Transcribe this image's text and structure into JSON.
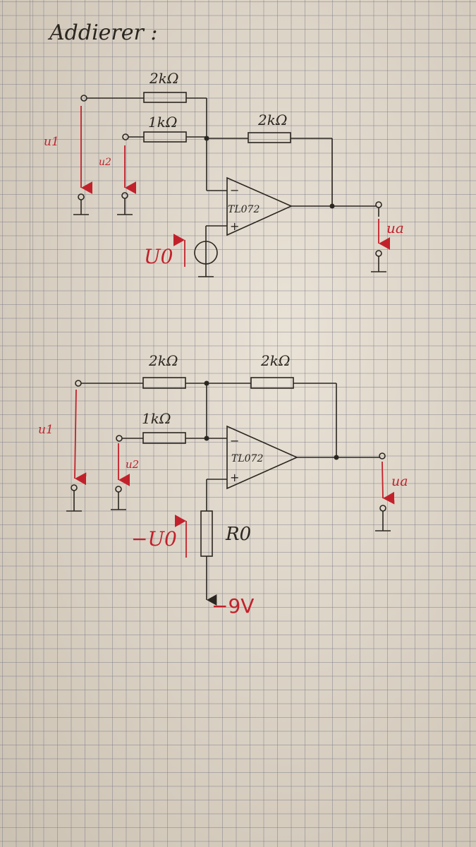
{
  "title": "Addierer :",
  "circuit_top": {
    "r_in1": "2kΩ",
    "r_in2": "1kΩ",
    "r_feedback": "2kΩ",
    "opamp": "TL072",
    "minus": "−",
    "plus": "+",
    "u1": "u1",
    "u2": "u2",
    "ua": "ua",
    "u0": "U0"
  },
  "circuit_bottom": {
    "r_in1": "2kΩ",
    "r_in2": "1kΩ",
    "r_feedback": "2kΩ",
    "opamp": "TL072",
    "minus": "−",
    "plus": "+",
    "u1": "u1",
    "u2": "u2",
    "ua": "ua",
    "u0": "−U0",
    "r0": "R0",
    "supply": "−9V"
  },
  "colors": {
    "ink": "#2a2620",
    "red": "#c2212b",
    "paper": "#ddd5c8"
  }
}
